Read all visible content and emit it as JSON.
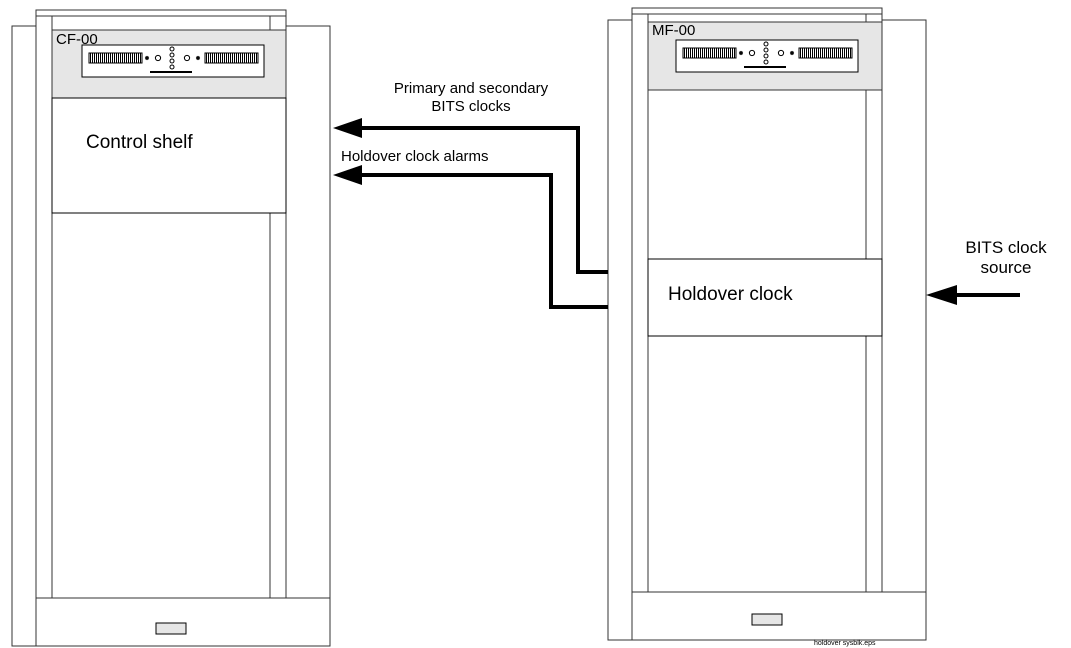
{
  "cabinet_left": {
    "tag": "CF-00",
    "shelf_label": "Control shelf"
  },
  "cabinet_right": {
    "tag": "MF-00",
    "shelf_label": "Holdover clock"
  },
  "signals": {
    "primary_line1": "Primary and secondary",
    "primary_line2": "BITS clocks",
    "alarms": "Holdover clock alarms",
    "source_line1": "BITS clock",
    "source_line2": "source"
  },
  "file_name": "holdover sysblk.eps",
  "colors": {
    "panel_gray": "#e6e6e6",
    "line": "#000000",
    "outline": "#333333"
  }
}
